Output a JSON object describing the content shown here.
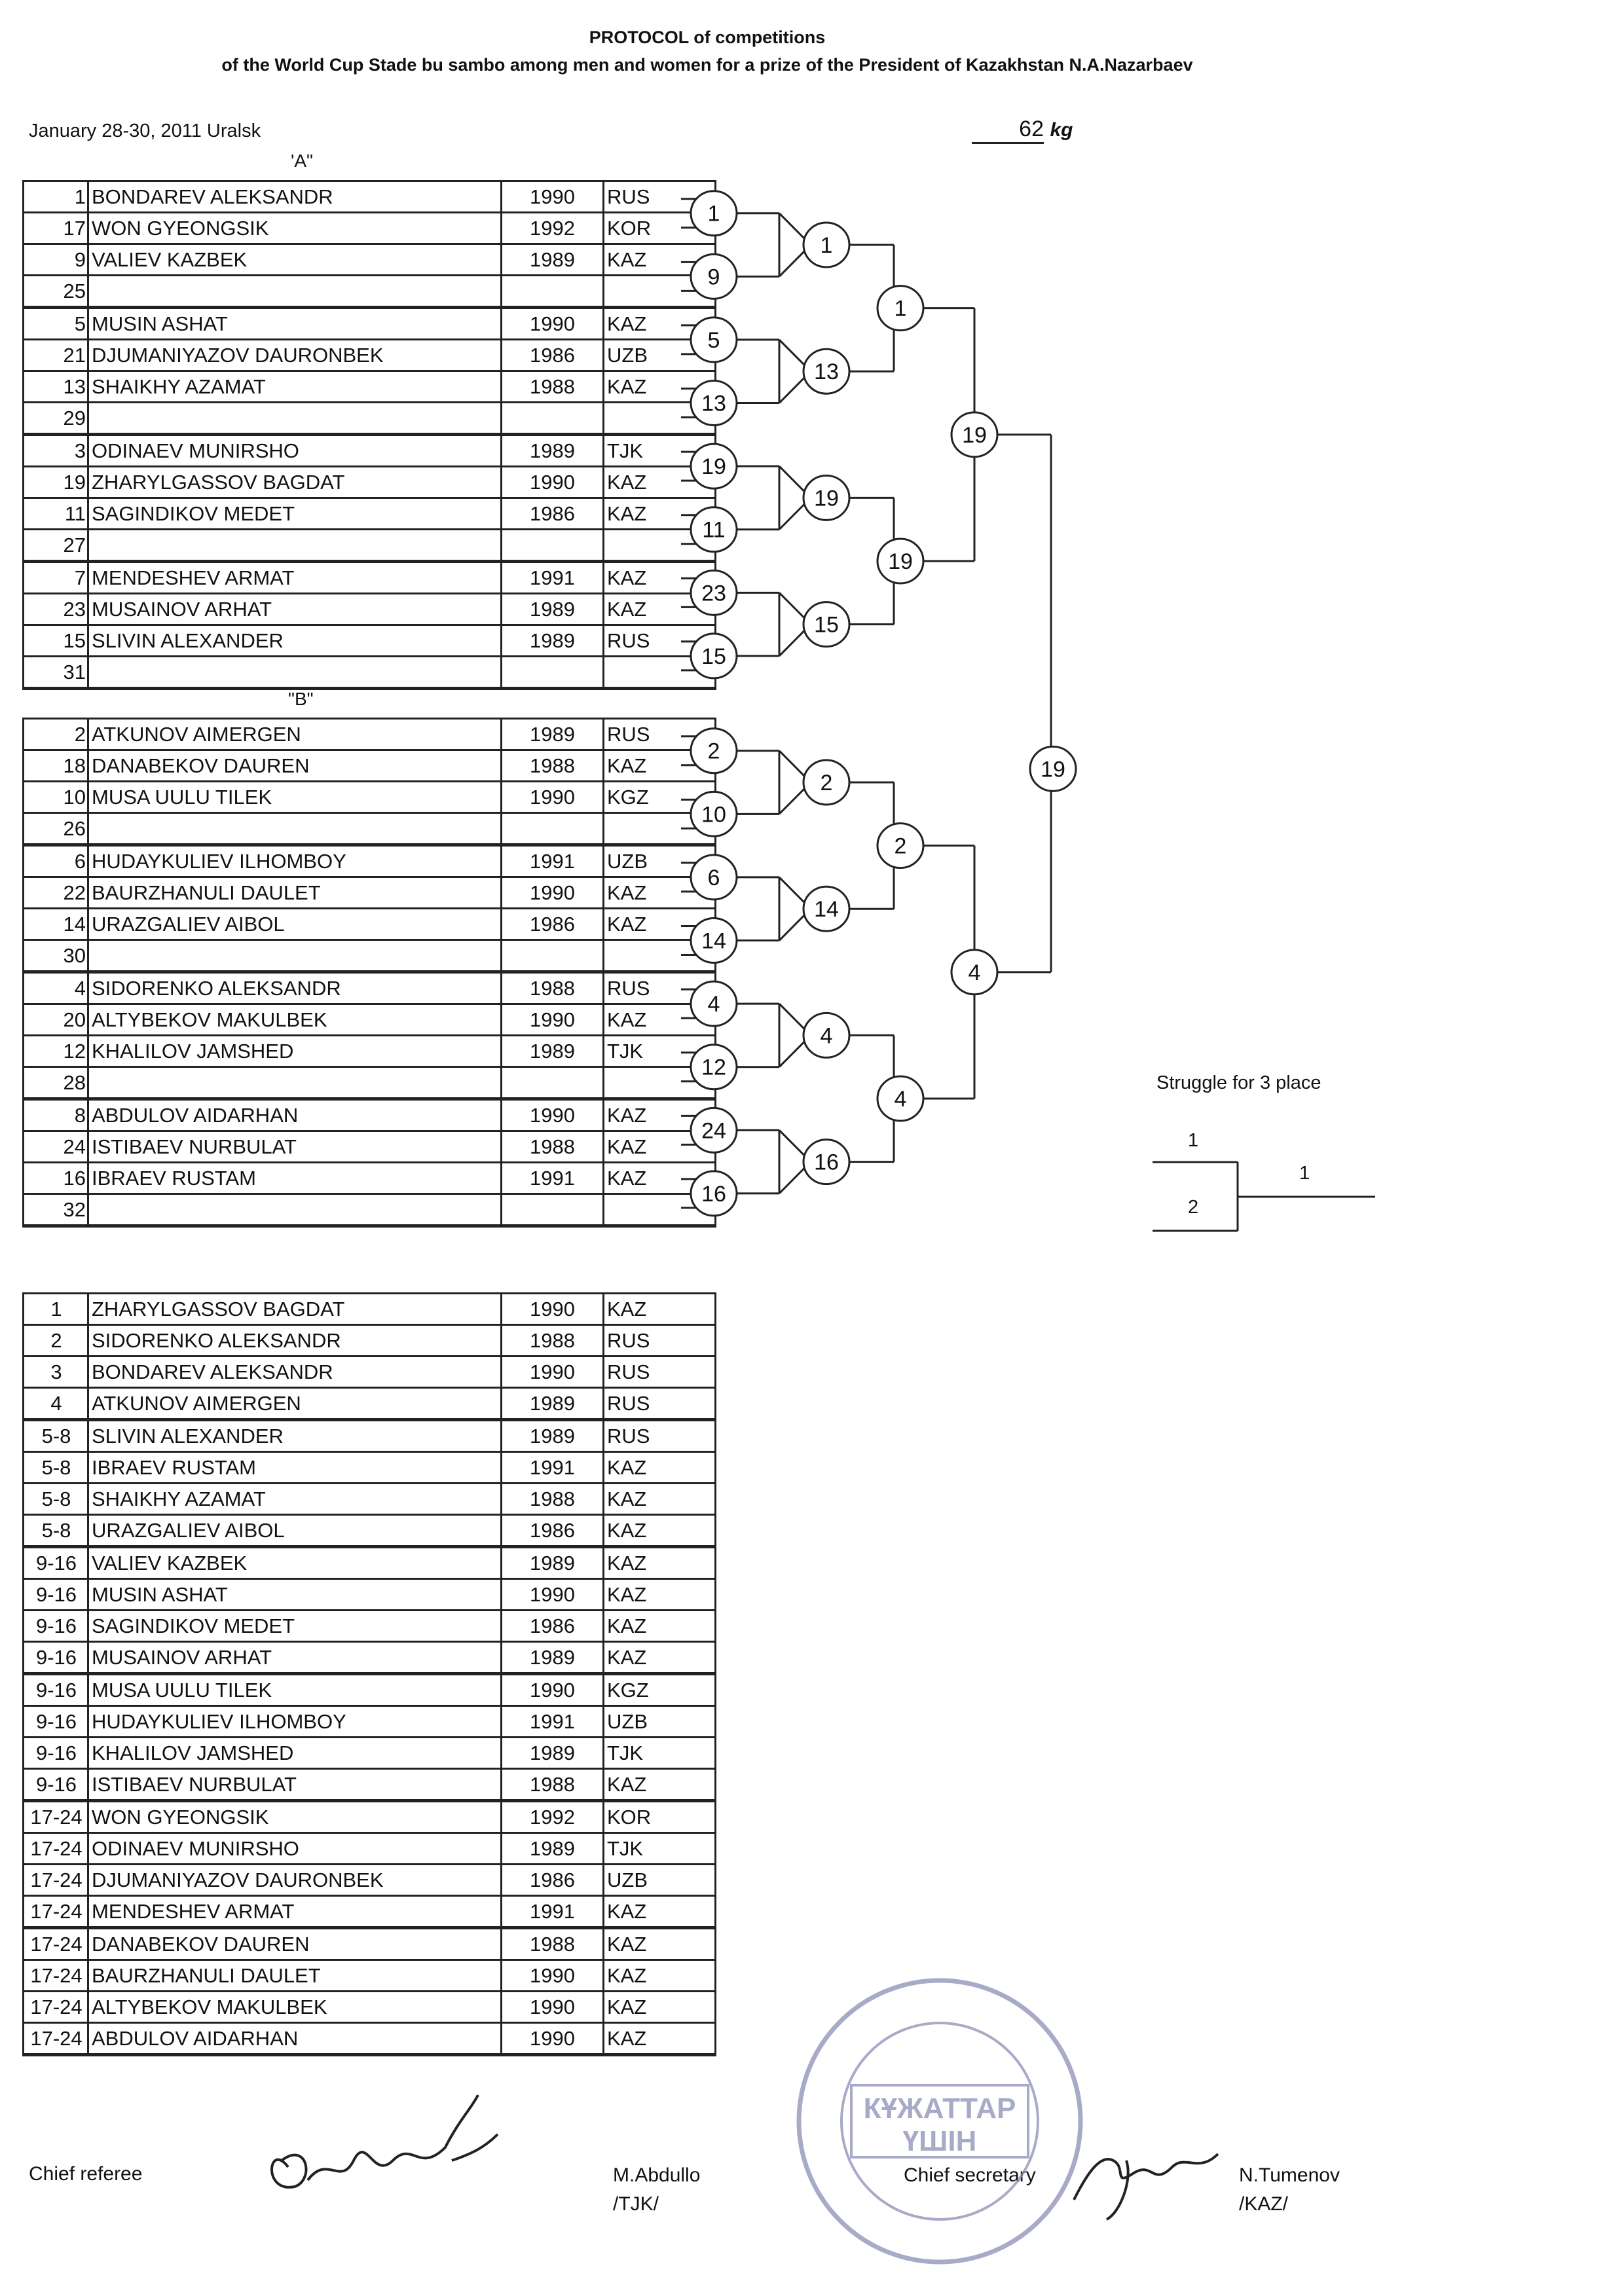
{
  "header": {
    "title_line1": "PROTOCOL of competitions",
    "title_line2": "of the World Cup Stade bu sambo among men and women for a  prize of the President of Kazakhstan N.A.Nazarbaev",
    "date_place": "January 28-30, 2011 Uralsk",
    "weight": "62",
    "weight_unit": "kg"
  },
  "pool_a": {
    "label": "'A\"",
    "rows": [
      {
        "n": "1",
        "name": "BONDAREV ALEKSANDR",
        "year": "1990",
        "country": "RUS"
      },
      {
        "n": "17",
        "name": "WON GYEONGSIK",
        "year": "1992",
        "country": "KOR"
      },
      {
        "n": "9",
        "name": "VALIEV KAZBEK",
        "year": "1989",
        "country": "KAZ"
      },
      {
        "n": "25",
        "name": "",
        "year": "",
        "country": ""
      },
      {
        "n": "5",
        "name": "MUSIN ASHAT",
        "year": "1990",
        "country": "KAZ"
      },
      {
        "n": "21",
        "name": "DJUMANIYAZOV DAURONBEK",
        "year": "1986",
        "country": "UZB"
      },
      {
        "n": "13",
        "name": "SHAIKHY AZAMAT",
        "year": "1988",
        "country": "KAZ"
      },
      {
        "n": "29",
        "name": "",
        "year": "",
        "country": ""
      },
      {
        "n": "3",
        "name": "ODINAEV MUNIRSHO",
        "year": "1989",
        "country": "TJK"
      },
      {
        "n": "19",
        "name": "ZHARYLGASSOV BAGDAT",
        "year": "1990",
        "country": "KAZ"
      },
      {
        "n": "11",
        "name": "SAGINDIKOV MEDET",
        "year": "1986",
        "country": "KAZ"
      },
      {
        "n": "27",
        "name": "",
        "year": "",
        "country": ""
      },
      {
        "n": "7",
        "name": "MENDESHEV ARMAT",
        "year": "1991",
        "country": "KAZ"
      },
      {
        "n": "23",
        "name": "MUSAINOV ARHAT",
        "year": "1989",
        "country": "KAZ"
      },
      {
        "n": "15",
        "name": "SLIVIN ALEXANDER",
        "year": "1989",
        "country": "RUS"
      },
      {
        "n": "31",
        "name": "",
        "year": "",
        "country": ""
      }
    ]
  },
  "pool_b": {
    "label": "\"B\"",
    "rows": [
      {
        "n": "2",
        "name": "ATKUNOV AIMERGEN",
        "year": "1989",
        "country": "RUS"
      },
      {
        "n": "18",
        "name": "DANABEKOV DAUREN",
        "year": "1988",
        "country": "KAZ"
      },
      {
        "n": "10",
        "name": "MUSA UULU TILEK",
        "year": "1990",
        "country": "KGZ"
      },
      {
        "n": "26",
        "name": "",
        "year": "",
        "country": ""
      },
      {
        "n": "6",
        "name": "HUDAYKULIEV ILHOMBOY",
        "year": "1991",
        "country": "UZB"
      },
      {
        "n": "22",
        "name": "BAURZHANULI DAULET",
        "year": "1990",
        "country": "KAZ"
      },
      {
        "n": "14",
        "name": "URAZGALIEV AIBOL",
        "year": "1986",
        "country": "KAZ"
      },
      {
        "n": "30",
        "name": "",
        "year": "",
        "country": ""
      },
      {
        "n": "4",
        "name": "SIDORENKO ALEKSANDR",
        "year": "1988",
        "country": "RUS"
      },
      {
        "n": "20",
        "name": "ALTYBEKOV MAKULBEK",
        "year": "1990",
        "country": "KAZ"
      },
      {
        "n": "12",
        "name": "KHALILOV JAMSHED",
        "year": "1989",
        "country": "TJK"
      },
      {
        "n": "28",
        "name": "",
        "year": "",
        "country": ""
      },
      {
        "n": "8",
        "name": "ABDULOV AIDARHAN",
        "year": "1990",
        "country": "KAZ"
      },
      {
        "n": "24",
        "name": "ISTIBAEV NURBULAT",
        "year": "1988",
        "country": "KAZ"
      },
      {
        "n": "16",
        "name": "IBRAEV RUSTAM",
        "year": "1991",
        "country": "KAZ"
      },
      {
        "n": "32",
        "name": "",
        "year": "",
        "country": ""
      }
    ]
  },
  "bracket_a": {
    "r1": [
      "1",
      "9",
      "5",
      "13",
      "19",
      "11",
      "23",
      "15"
    ],
    "r2": [
      "1",
      "13",
      "19",
      "15"
    ],
    "r3": [
      "1",
      "19"
    ],
    "r4": "19"
  },
  "bracket_b": {
    "r1": [
      "2",
      "10",
      "6",
      "14",
      "4",
      "12",
      "24",
      "16"
    ],
    "r2": [
      "2",
      "14",
      "4",
      "16"
    ],
    "r3": [
      "2",
      "4"
    ],
    "r4": "4"
  },
  "final_winner": "19",
  "third_place": {
    "title": "Struggle for 3 place",
    "top": "1",
    "bottom": "2",
    "winner": "1"
  },
  "results": [
    {
      "place": "1",
      "name": "ZHARYLGASSOV BAGDAT",
      "year": "1990",
      "country": "KAZ"
    },
    {
      "place": "2",
      "name": "SIDORENKO ALEKSANDR",
      "year": "1988",
      "country": "RUS"
    },
    {
      "place": "3",
      "name": "BONDAREV ALEKSANDR",
      "year": "1990",
      "country": "RUS"
    },
    {
      "place": "4",
      "name": "ATKUNOV AIMERGEN",
      "year": "1989",
      "country": "RUS"
    },
    {
      "place": "5-8",
      "name": "SLIVIN ALEXANDER",
      "year": "1989",
      "country": "RUS"
    },
    {
      "place": "5-8",
      "name": "IBRAEV RUSTAM",
      "year": "1991",
      "country": "KAZ"
    },
    {
      "place": "5-8",
      "name": "SHAIKHY AZAMAT",
      "year": "1988",
      "country": "KAZ"
    },
    {
      "place": "5-8",
      "name": "URAZGALIEV AIBOL",
      "year": "1986",
      "country": "KAZ"
    },
    {
      "place": "9-16",
      "name": "VALIEV KAZBEK",
      "year": "1989",
      "country": "KAZ"
    },
    {
      "place": "9-16",
      "name": "MUSIN ASHAT",
      "year": "1990",
      "country": "KAZ"
    },
    {
      "place": "9-16",
      "name": "SAGINDIKOV MEDET",
      "year": "1986",
      "country": "KAZ"
    },
    {
      "place": "9-16",
      "name": "MUSAINOV ARHAT",
      "year": "1989",
      "country": "KAZ"
    },
    {
      "place": "9-16",
      "name": "MUSA UULU TILEK",
      "year": "1990",
      "country": "KGZ"
    },
    {
      "place": "9-16",
      "name": "HUDAYKULIEV ILHOMBOY",
      "year": "1991",
      "country": "UZB"
    },
    {
      "place": "9-16",
      "name": "KHALILOV JAMSHED",
      "year": "1989",
      "country": "TJK"
    },
    {
      "place": "9-16",
      "name": "ISTIBAEV NURBULAT",
      "year": "1988",
      "country": "KAZ"
    },
    {
      "place": "17-24",
      "name": "WON GYEONGSIK",
      "year": "1992",
      "country": "KOR"
    },
    {
      "place": "17-24",
      "name": "ODINAEV MUNIRSHO",
      "year": "1989",
      "country": "TJK"
    },
    {
      "place": "17-24",
      "name": "DJUMANIYAZOV DAURONBEK",
      "year": "1986",
      "country": "UZB"
    },
    {
      "place": "17-24",
      "name": "MENDESHEV ARMAT",
      "year": "1991",
      "country": "KAZ"
    },
    {
      "place": "17-24",
      "name": "DANABEKOV DAUREN",
      "year": "1988",
      "country": "KAZ"
    },
    {
      "place": "17-24",
      "name": "BAURZHANULI DAULET",
      "year": "1990",
      "country": "KAZ"
    },
    {
      "place": "17-24",
      "name": "ALTYBEKOV MAKULBEK",
      "year": "1990",
      "country": "KAZ"
    },
    {
      "place": "17-24",
      "name": "ABDULOV AIDARHAN",
      "year": "1990",
      "country": "KAZ"
    }
  ],
  "footer": {
    "chief_referee_label": "Chief referee",
    "chief_referee_name": "M.Abdullo",
    "chief_referee_country": "/TJK/",
    "chief_secretary_label": "Chief secretary",
    "chief_secretary_name": "N.Tumenov",
    "chief_secretary_country": "/KAZ/",
    "stamp_center": "КҰЖАТТАР\nҮШІН"
  },
  "colors": {
    "ink": "#111111",
    "stamp": "#8a8fb5"
  }
}
